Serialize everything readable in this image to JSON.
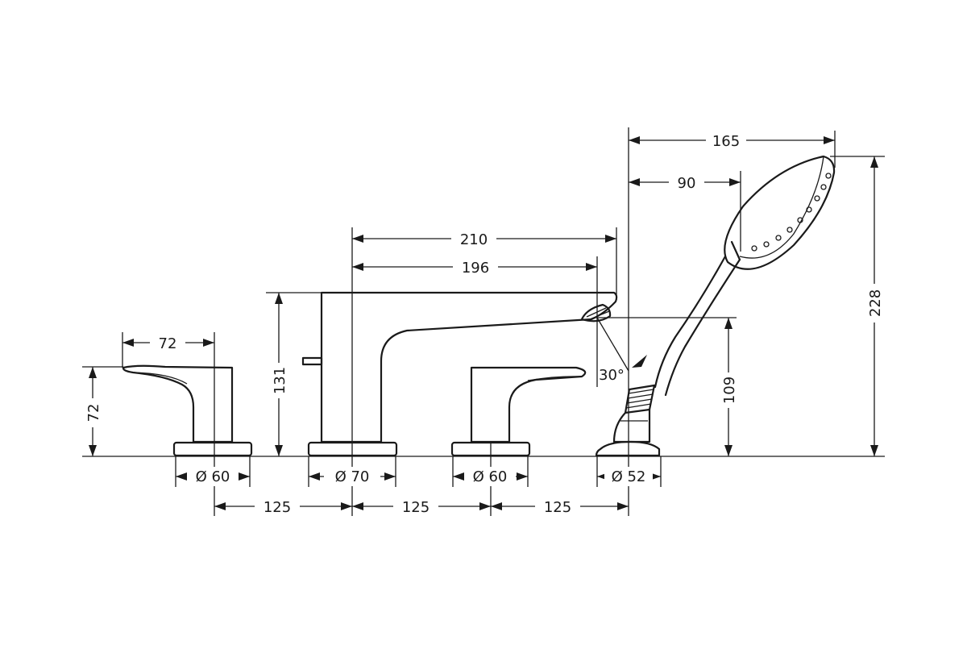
{
  "dimensions": {
    "width_165": "165",
    "width_90": "90",
    "spout_210": "210",
    "spout_196": "196",
    "handle_width_72": "72",
    "handle_height_72": "72",
    "spout_height_131": "131",
    "handshower_base_109": "109",
    "handshower_height_228": "228",
    "angle_30": "30°",
    "dia_left": "Ø 60",
    "dia_spout": "Ø 70",
    "dia_right": "Ø 60",
    "dia_shower": "Ø 52",
    "spacing_1": "125",
    "spacing_2": "125",
    "spacing_3": "125"
  }
}
